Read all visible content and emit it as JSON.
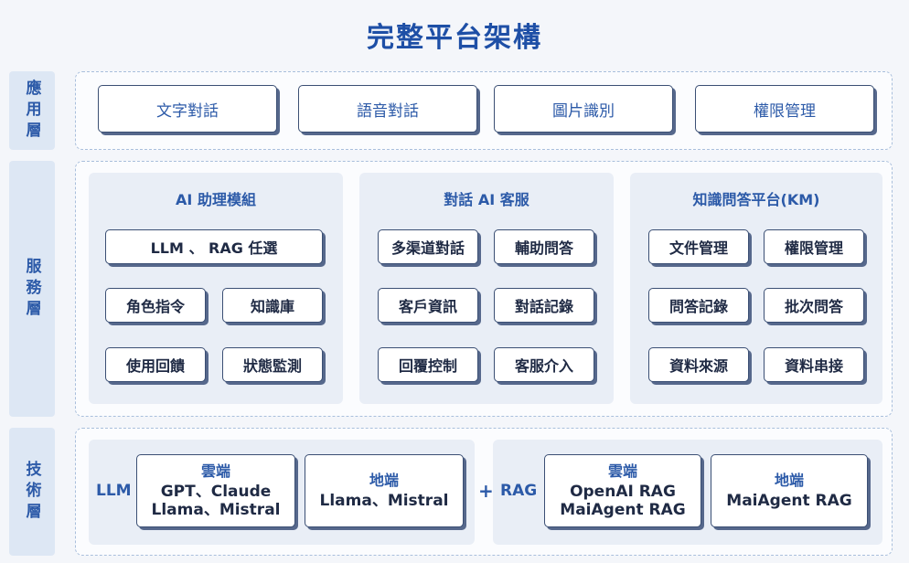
{
  "title": "完整平台架構",
  "layers": {
    "app": {
      "label": "應用層",
      "items": [
        "文字對話",
        "語音對話",
        "圖片識別",
        "權限管理"
      ]
    },
    "service": {
      "label": "服務層",
      "panels": [
        {
          "title": "AI 助理模組",
          "items": [
            "LLM 、 RAG 任選",
            "角色指令",
            "知識庫",
            "使用回饋",
            "狀態監測"
          ]
        },
        {
          "title": "對話 AI 客服",
          "items": [
            "多渠道對話",
            "輔助問答",
            "客戶資訊",
            "對話記錄",
            "回覆控制",
            "客服介入"
          ]
        },
        {
          "title": "知識問答平台(KM)",
          "items": [
            "文件管理",
            "權限管理",
            "問答記錄",
            "批次問答",
            "資料來源",
            "資料串接"
          ]
        }
      ]
    },
    "tech": {
      "label": "技術層",
      "llm": {
        "label": "LLM",
        "cloud": {
          "caption": "雲端",
          "lines": [
            "GPT、Claude",
            "Llama、Mistral"
          ]
        },
        "local": {
          "caption": "地端",
          "lines": [
            "Llama、Mistral"
          ]
        }
      },
      "plus": "+",
      "rag": {
        "label": "RAG",
        "cloud": {
          "caption": "雲端",
          "lines": [
            "OpenAI RAG",
            "MaiAgent RAG"
          ]
        },
        "local": {
          "caption": "地端",
          "lines": [
            "MaiAgent RAG"
          ]
        }
      }
    }
  }
}
